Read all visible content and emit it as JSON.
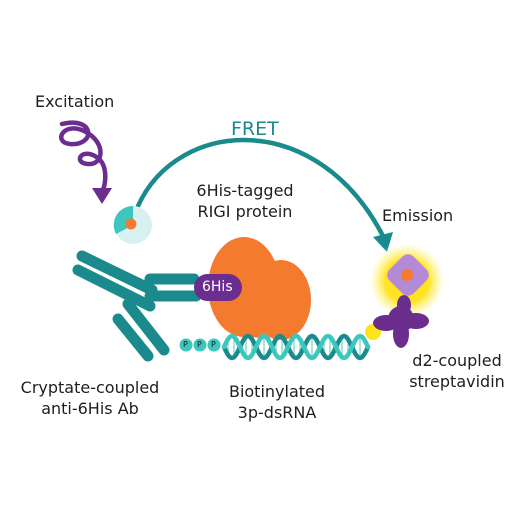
{
  "labels": {
    "excitation": "Excitation",
    "fret": "FRET",
    "protein_line1": "6His-tagged",
    "protein_line2": "RIGI protein",
    "emission": "Emission",
    "his_tag": "6His",
    "cryptate_line1": "Cryptate-coupled",
    "cryptate_line2": "anti-6His Ab",
    "rna_line1": "Biotinylated",
    "rna_line2": "3p-dsRNA",
    "strep_line1": "d2-coupled",
    "strep_line2": "streptavidin",
    "phosphate": "P"
  },
  "icons": [
    "excitation-wave-icon",
    "cryptate-donor-icon",
    "antibody-icon",
    "rigi-protein-icon",
    "dsrna-helix-icon",
    "biotin-icon",
    "streptavidin-icon",
    "d2-acceptor-icon",
    "emission-glow-icon",
    "fret-arrow-icon"
  ],
  "colors": {
    "teal": "#1b8a8c",
    "light_teal": "#3cc6bd",
    "purple": "#6b2d8e",
    "orange": "#f47a2e",
    "yellow_glow": "#ffe21a",
    "lilac": "#b48ad6",
    "text": "#1e1e1e"
  }
}
